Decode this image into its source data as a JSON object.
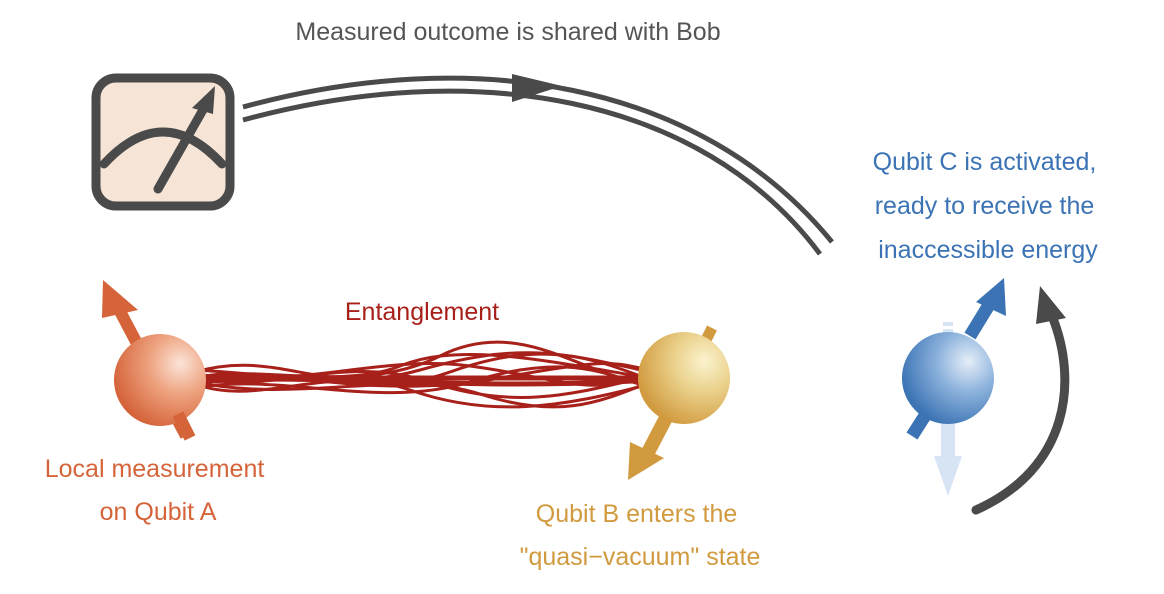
{
  "labels": {
    "top": "Measured outcome is shared with Bob",
    "entanglement": "Entanglement",
    "qubit_a": [
      "Local measurement",
      "on Qubit A"
    ],
    "qubit_b": [
      "Qubit B enters the",
      "\"quasi−vacuum\" state"
    ],
    "qubit_c": [
      "Qubit C is activated,",
      "ready to receive the",
      "inaccessible energy"
    ]
  },
  "colors": {
    "qubit_a": "#d5643a",
    "qubit_b": "#d19a3f",
    "qubit_c": "#3b73b4",
    "entanglement": "#a8201a",
    "arrows": "#4a4a4a",
    "meter_fill": "#f6e5d6"
  },
  "icons": [
    "meter-icon",
    "classical-channel-arrow",
    "activation-arrow"
  ]
}
